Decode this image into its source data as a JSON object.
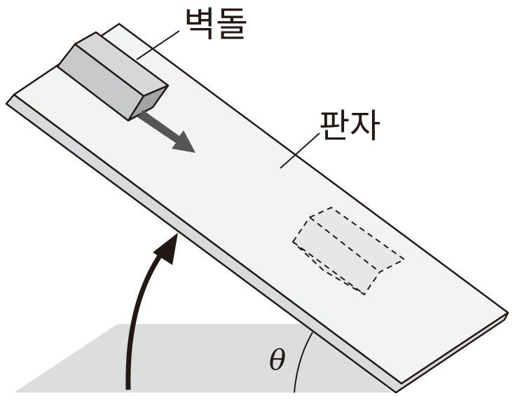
{
  "labels": {
    "brick": "벽돌",
    "board": "판자",
    "angle": "θ"
  },
  "colors": {
    "board_top": "#f2f3f3",
    "board_edge": "#d9dadb",
    "ground": "#dcdddd",
    "arrow": "#555555",
    "line": "#231815"
  }
}
